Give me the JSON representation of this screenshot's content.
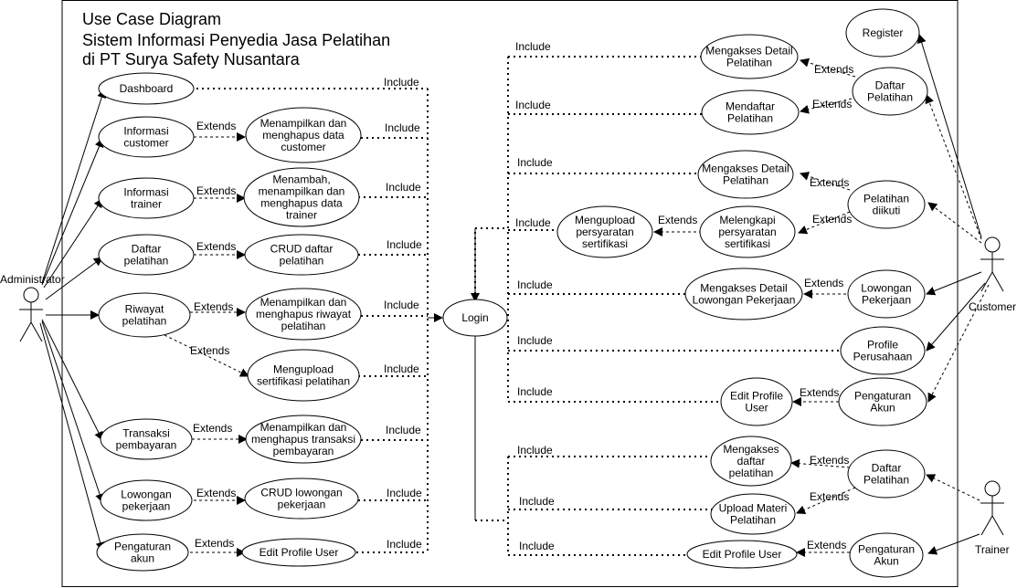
{
  "title": [
    "Use Case Diagram",
    "Sistem Informasi Penyedia Jasa Pelatihan",
    "di PT Surya Safety Nusantara"
  ],
  "actors": {
    "admin": "Administrator",
    "customer": "Customer",
    "trainer": "Trainer"
  },
  "relation_labels": {
    "extends": "Extends",
    "include": "Include"
  },
  "use_cases": {
    "dashboard": [
      "Dashboard"
    ],
    "info_customer": [
      "Informasi",
      "customer"
    ],
    "info_trainer": [
      "Informasi",
      "trainer"
    ],
    "daftar_pelatihan_admin": [
      "Daftar",
      "pelatihan"
    ],
    "riwayat_pelatihan": [
      "Riwayat",
      "pelatihan"
    ],
    "transaksi": [
      "Transaksi",
      "pembayaran"
    ],
    "lowongan_admin": [
      "Lowongan",
      "pekerjaan"
    ],
    "pengaturan_admin": [
      "Pengaturan",
      "akun"
    ],
    "ext_customer": [
      "Menampilkan dan",
      "menghapus data",
      "customer"
    ],
    "ext_trainer": [
      "Menambah,",
      "menampilkan dan",
      "menghapus data",
      "trainer"
    ],
    "ext_crud_pelatihan": [
      "CRUD daftar",
      "pelatihan"
    ],
    "ext_riwayat": [
      "Menampilkan dan",
      "menghapus riwayat",
      "pelatihan"
    ],
    "ext_upload_sertifikat": [
      "Mengupload",
      "sertifikasi pelatihan"
    ],
    "ext_transaksi": [
      "Menampilkan dan",
      "menghapus transaksi",
      "pembayaran"
    ],
    "ext_crud_lowongan": [
      "CRUD lowongan",
      "pekerjaan"
    ],
    "ext_edit_admin": [
      "Edit Profile User"
    ],
    "login": [
      "Login"
    ],
    "register": [
      "Register"
    ],
    "c_akses_detail_1": [
      "Mengakses Detail",
      "Pelatihan"
    ],
    "c_daftar_pelatihan": [
      "Daftar",
      "Pelatihan"
    ],
    "c_mendaftar": [
      "Mendaftar",
      "Pelatihan"
    ],
    "c_akses_detail_2": [
      "Mengakses Detail",
      "Pelatihan"
    ],
    "c_pelatihan_diikuti": [
      "Pelatihan",
      "diikuti"
    ],
    "c_upload_persyaratan": [
      "Mengupload",
      "persyaratan",
      "sertifikasi"
    ],
    "c_lengkapi": [
      "Melengkapi",
      "persyaratan",
      "sertifikasi"
    ],
    "c_akses_lowongan": [
      "Mengakses Detail",
      "Lowongan Pekerjaan"
    ],
    "c_lowongan": [
      "Lowongan",
      "Pekerjaan"
    ],
    "c_profile": [
      "Profile",
      "Perusahaan"
    ],
    "c_edit_profile": [
      "Edit Profile",
      "User"
    ],
    "c_pengaturan": [
      "Pengaturan",
      "Akun"
    ],
    "t_akses_daftar": [
      "Mengakses",
      "daftar",
      "pelatihan"
    ],
    "t_daftar_pelatihan": [
      "Daftar",
      "Pelatihan"
    ],
    "t_upload_materi": [
      "Upload Materi",
      "Pelatihan"
    ],
    "t_edit_profile": [
      "Edit Profile User"
    ],
    "t_pengaturan": [
      "Pengaturan",
      "Akun"
    ]
  }
}
